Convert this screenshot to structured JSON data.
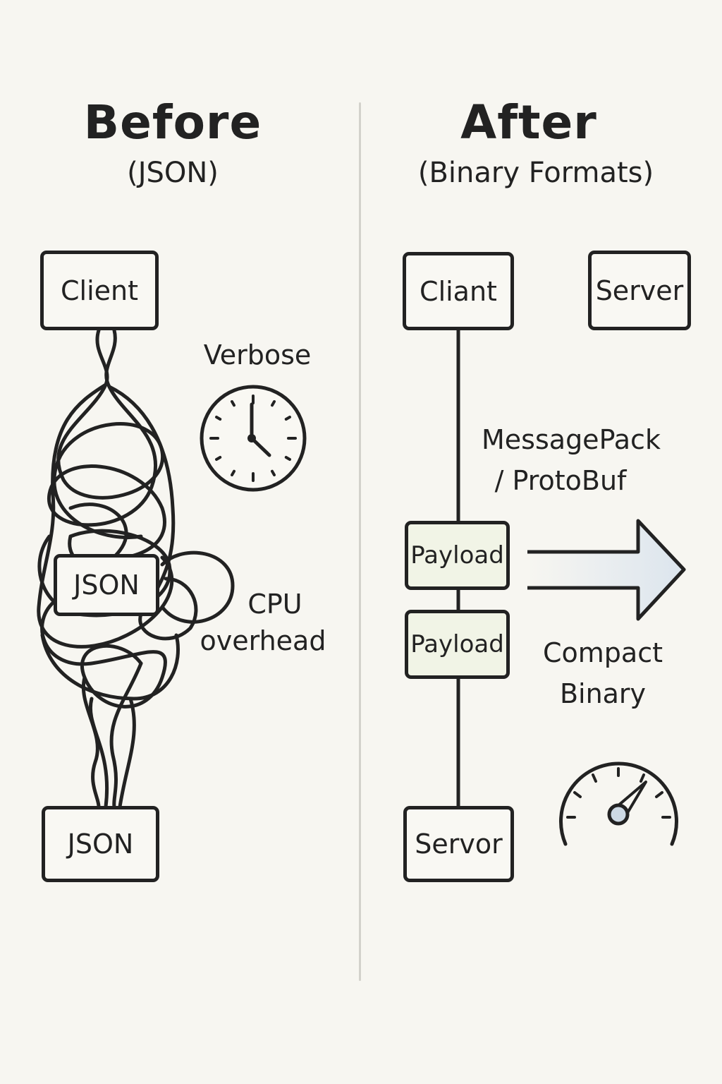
{
  "before": {
    "title": "Before",
    "subtitle": "(JSON)",
    "top_box": "Client",
    "middle_box": "JSON",
    "bottom_box": "JSON",
    "label_verbose": "Verbose",
    "label_cpu": [
      "CPU",
      "overhead"
    ],
    "icon": "clock-icon"
  },
  "after": {
    "title": "After",
    "subtitle": "(Binary Formats)",
    "top_box": "Cliant",
    "top_right_box": "Server",
    "payload_1": "Payload",
    "payload_2": "Payload",
    "bottom_box": "Servor",
    "label_format": [
      "MessagePack",
      "/ ProtoBuf"
    ],
    "label_compact": [
      "Compact",
      "Binary"
    ],
    "icon": "speedometer-icon",
    "arrow_fill": "#dce5ee"
  },
  "colors": {
    "background": "#f7f6f1",
    "ink": "#222222",
    "divider": "#d3d2cc",
    "payload_fill": "#f1f4e6",
    "gauge_hub": "#cdd9e4"
  }
}
